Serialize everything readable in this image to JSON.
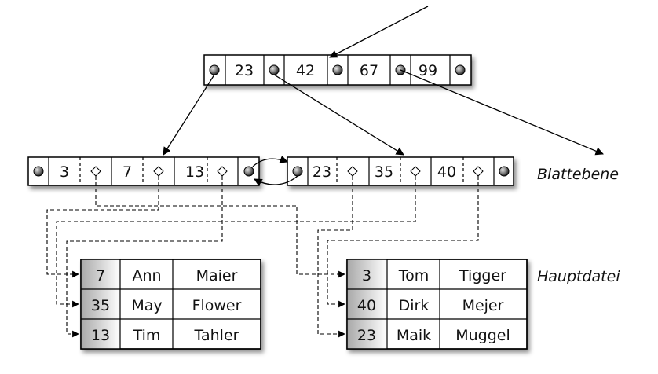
{
  "root_node": {
    "keys": [
      "23",
      "42",
      "67",
      "99"
    ]
  },
  "leaf_nodes": [
    {
      "keys": [
        "3",
        "7",
        "13"
      ]
    },
    {
      "keys": [
        "23",
        "35",
        "40"
      ]
    }
  ],
  "labels": {
    "leaf_level": "Blattebene",
    "main_file": "Hauptdatei"
  },
  "main_file_tables": [
    {
      "rows": [
        {
          "key": "7",
          "first": "Ann",
          "last": "Maier"
        },
        {
          "key": "35",
          "first": "May",
          "last": "Flower"
        },
        {
          "key": "13",
          "first": "Tim",
          "last": "Tahler"
        }
      ]
    },
    {
      "rows": [
        {
          "key": "3",
          "first": "Tom",
          "last": "Tigger"
        },
        {
          "key": "40",
          "first": "Dirk",
          "last": "Mejer"
        },
        {
          "key": "23",
          "first": "Maik",
          "last": "Muggel"
        }
      ]
    }
  ]
}
